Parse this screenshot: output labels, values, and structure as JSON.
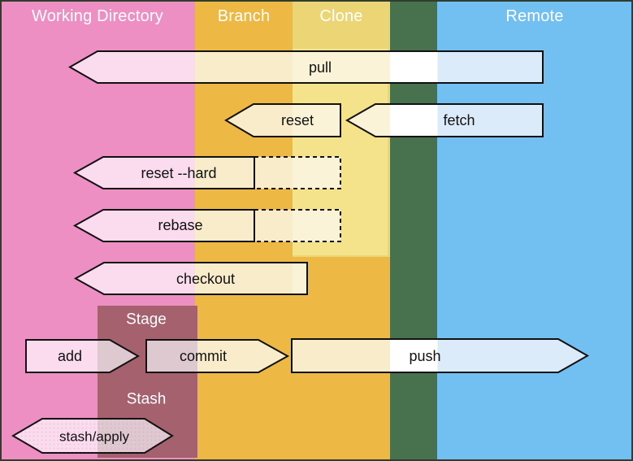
{
  "columns": [
    {
      "name": "working-directory",
      "label": "Working Directory",
      "color": "#ee8fc4"
    },
    {
      "name": "branch",
      "label": "Branch",
      "color": "#edb843"
    },
    {
      "name": "clone",
      "label": "Clone",
      "color": "#ecd574",
      "highlight_color": "#f5e38b"
    },
    {
      "name": "remote",
      "label": "Remote",
      "color": "#72bff2"
    }
  ],
  "divider_color": "#48714e",
  "areas": [
    {
      "name": "stage",
      "label": "Stage"
    },
    {
      "name": "stash",
      "label": "Stash"
    }
  ],
  "area_color": "#a5626e",
  "arrows": [
    {
      "name": "pull",
      "label": "pull",
      "direction": "left",
      "style": "solid"
    },
    {
      "name": "reset",
      "label": "reset",
      "direction": "left",
      "style": "solid"
    },
    {
      "name": "fetch",
      "label": "fetch",
      "direction": "left",
      "style": "solid"
    },
    {
      "name": "reset-hard",
      "label": "reset --hard",
      "direction": "left",
      "style": "solid-with-dashed-extension"
    },
    {
      "name": "rebase",
      "label": "rebase",
      "direction": "left",
      "style": "solid-with-dashed-extension"
    },
    {
      "name": "checkout",
      "label": "checkout",
      "direction": "left",
      "style": "solid"
    },
    {
      "name": "add",
      "label": "add",
      "direction": "right",
      "style": "solid"
    },
    {
      "name": "commit",
      "label": "commit",
      "direction": "right",
      "style": "solid"
    },
    {
      "name": "push",
      "label": "push",
      "direction": "right",
      "style": "solid"
    },
    {
      "name": "stash-apply",
      "label": "stash/apply",
      "direction": "both",
      "style": "dotted-fill"
    }
  ],
  "fill_tints": {
    "over_working_directory": "#fadcee",
    "over_branch": "#f8ecca",
    "over_clone": "#fbf3d7",
    "over_divider": "#ffffff",
    "over_remote": "#dcebf9",
    "over_stage_stash": "#dfc9d1"
  },
  "outline_color": "#111111"
}
